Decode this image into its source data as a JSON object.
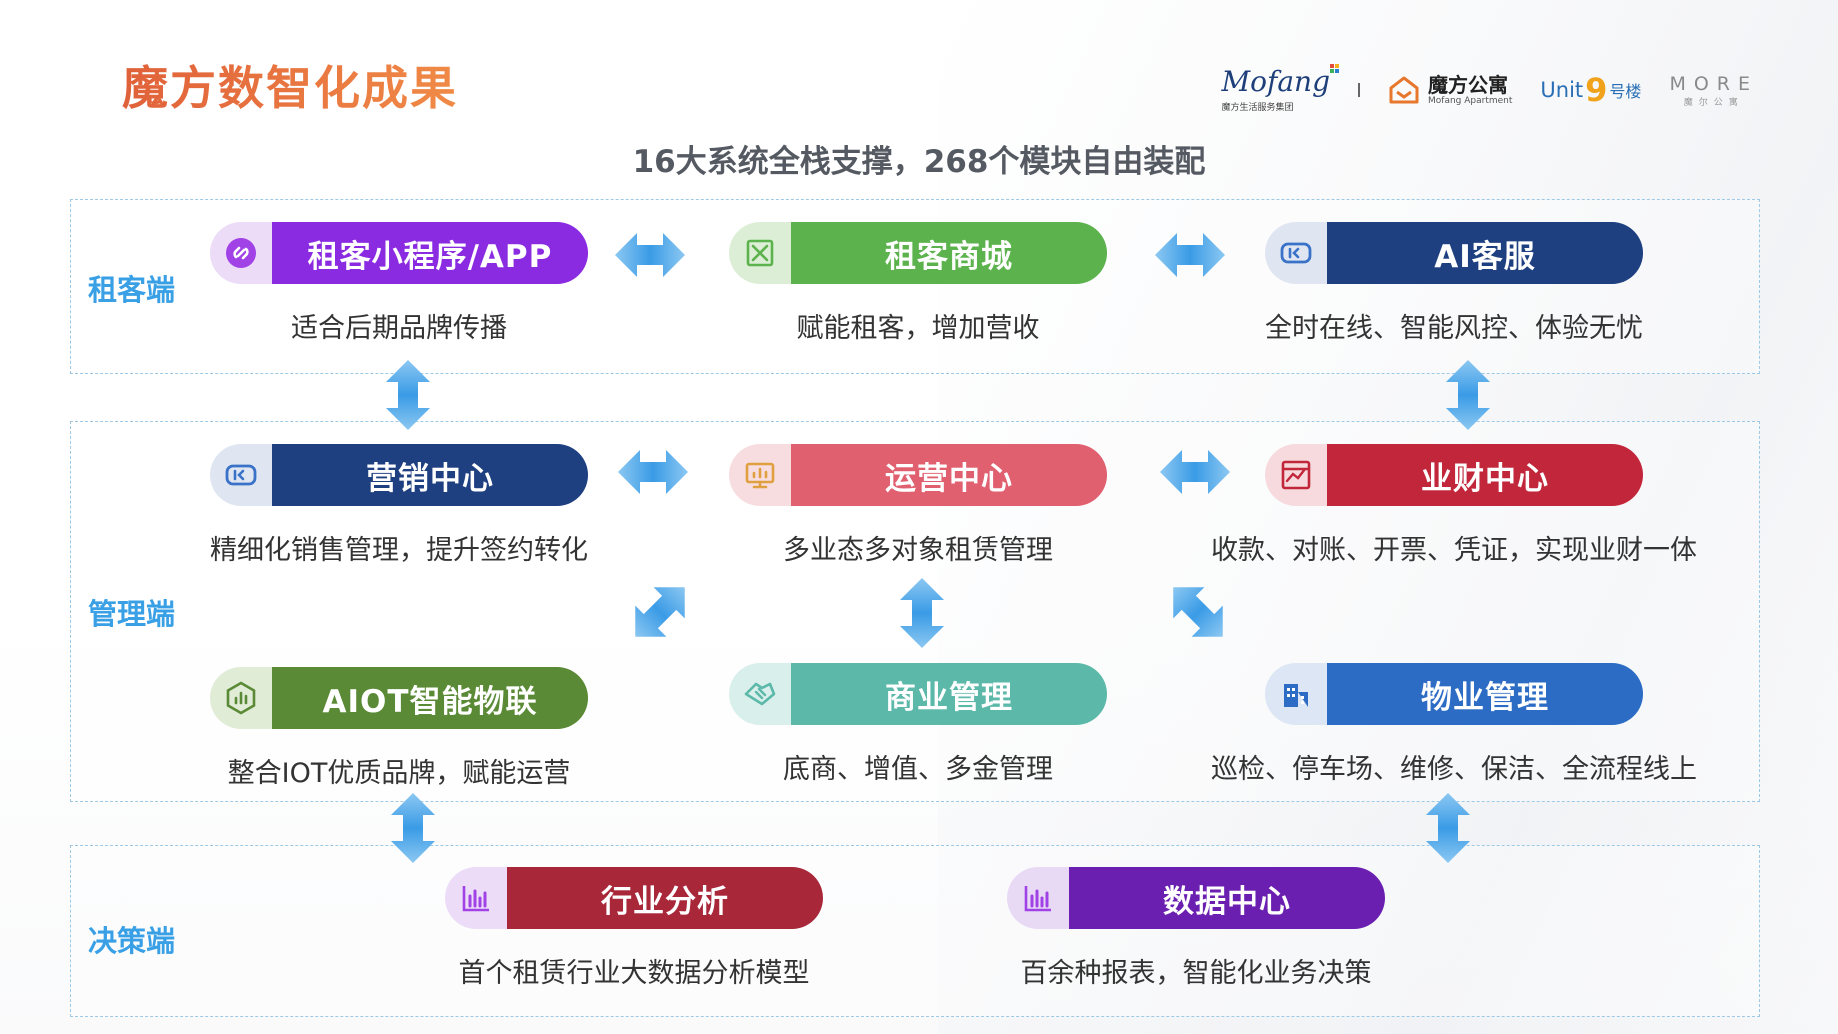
{
  "title": "魔方数智化成果",
  "subtitle": "16大系统全栈支撑，268个模块自由装配",
  "logos": {
    "mofang": "Mofang",
    "mofang_sub": "魔方生活服务集团",
    "apartment": "魔方公寓",
    "apartment_sub": "Mofang Apartment",
    "unit_prefix": "Unit",
    "unit_nine": "9",
    "unit_cn": "号楼",
    "more": "MORE",
    "more_sub": "魔尔公寓"
  },
  "sections": [
    {
      "label": "租客端"
    },
    {
      "label": "管理端"
    },
    {
      "label": "决策端"
    }
  ],
  "modules": {
    "tenant_app": {
      "name": "租客小程序/APP",
      "desc": "适合后期品牌传播",
      "color": "#8a2be2",
      "cap": "#ecdcf8"
    },
    "tenant_mall": {
      "name": "租客商城",
      "desc": "赋能租客，增加营收",
      "color": "#5cb24c",
      "cap": "#dcefd6"
    },
    "ai_service": {
      "name": "AI客服",
      "desc": "全时在线、智能风控、体验无忧",
      "color": "#1e3f80",
      "cap": "#dfe6f2"
    },
    "marketing": {
      "name": "营销中心",
      "desc": "精细化销售管理，提升签约转化",
      "color": "#1e3f80",
      "cap": "#dfe6f2"
    },
    "operation": {
      "name": "运营中心",
      "desc": "多业态多对象租赁管理",
      "color": "#e06070",
      "cap": "#f7dde0"
    },
    "finance": {
      "name": "业财中心",
      "desc": "收款、对账、开票、凭证，实现业财一体",
      "color": "#c2263a",
      "cap": "#f6dadd"
    },
    "aiot": {
      "name": "AIOT智能物联",
      "desc": "整合IOT优质品牌，赋能运营",
      "color": "#5a8a35",
      "cap": "#e1ecd7"
    },
    "commercial": {
      "name": "商业管理",
      "desc": "底商、增值、多金管理",
      "color": "#5cb8a8",
      "cap": "#d9efeb"
    },
    "property": {
      "name": "物业管理",
      "desc": "巡检、停车场、维修、保洁、全流程线上",
      "color": "#2c6cc4",
      "cap": "#dce6f4"
    },
    "industry": {
      "name": "行业分析",
      "desc": "首个租赁行业大数据分析模型",
      "color": "#a8283a",
      "cap": "#f3dcdf"
    },
    "data_center": {
      "name": "数据中心",
      "desc": "百余种报表，智能化业务决策",
      "color": "#6a1fb0",
      "cap": "#e8daf5"
    }
  },
  "colors": {
    "title": "#e2663c",
    "section_label": "#3aa0e6",
    "dashed_border": "#9ec9e6",
    "arrow": "#4aa6ea"
  },
  "icons": {
    "tenant_app": "link-icon",
    "tenant_mall": "shop-icon",
    "ai_service": "chat-icon",
    "marketing": "chat-icon",
    "operation": "monitor-icon",
    "finance": "chart-icon",
    "aiot": "iot-icon",
    "commercial": "handshake-icon",
    "property": "building-icon",
    "industry": "bar-chart-icon",
    "data_center": "bar-chart-icon"
  }
}
